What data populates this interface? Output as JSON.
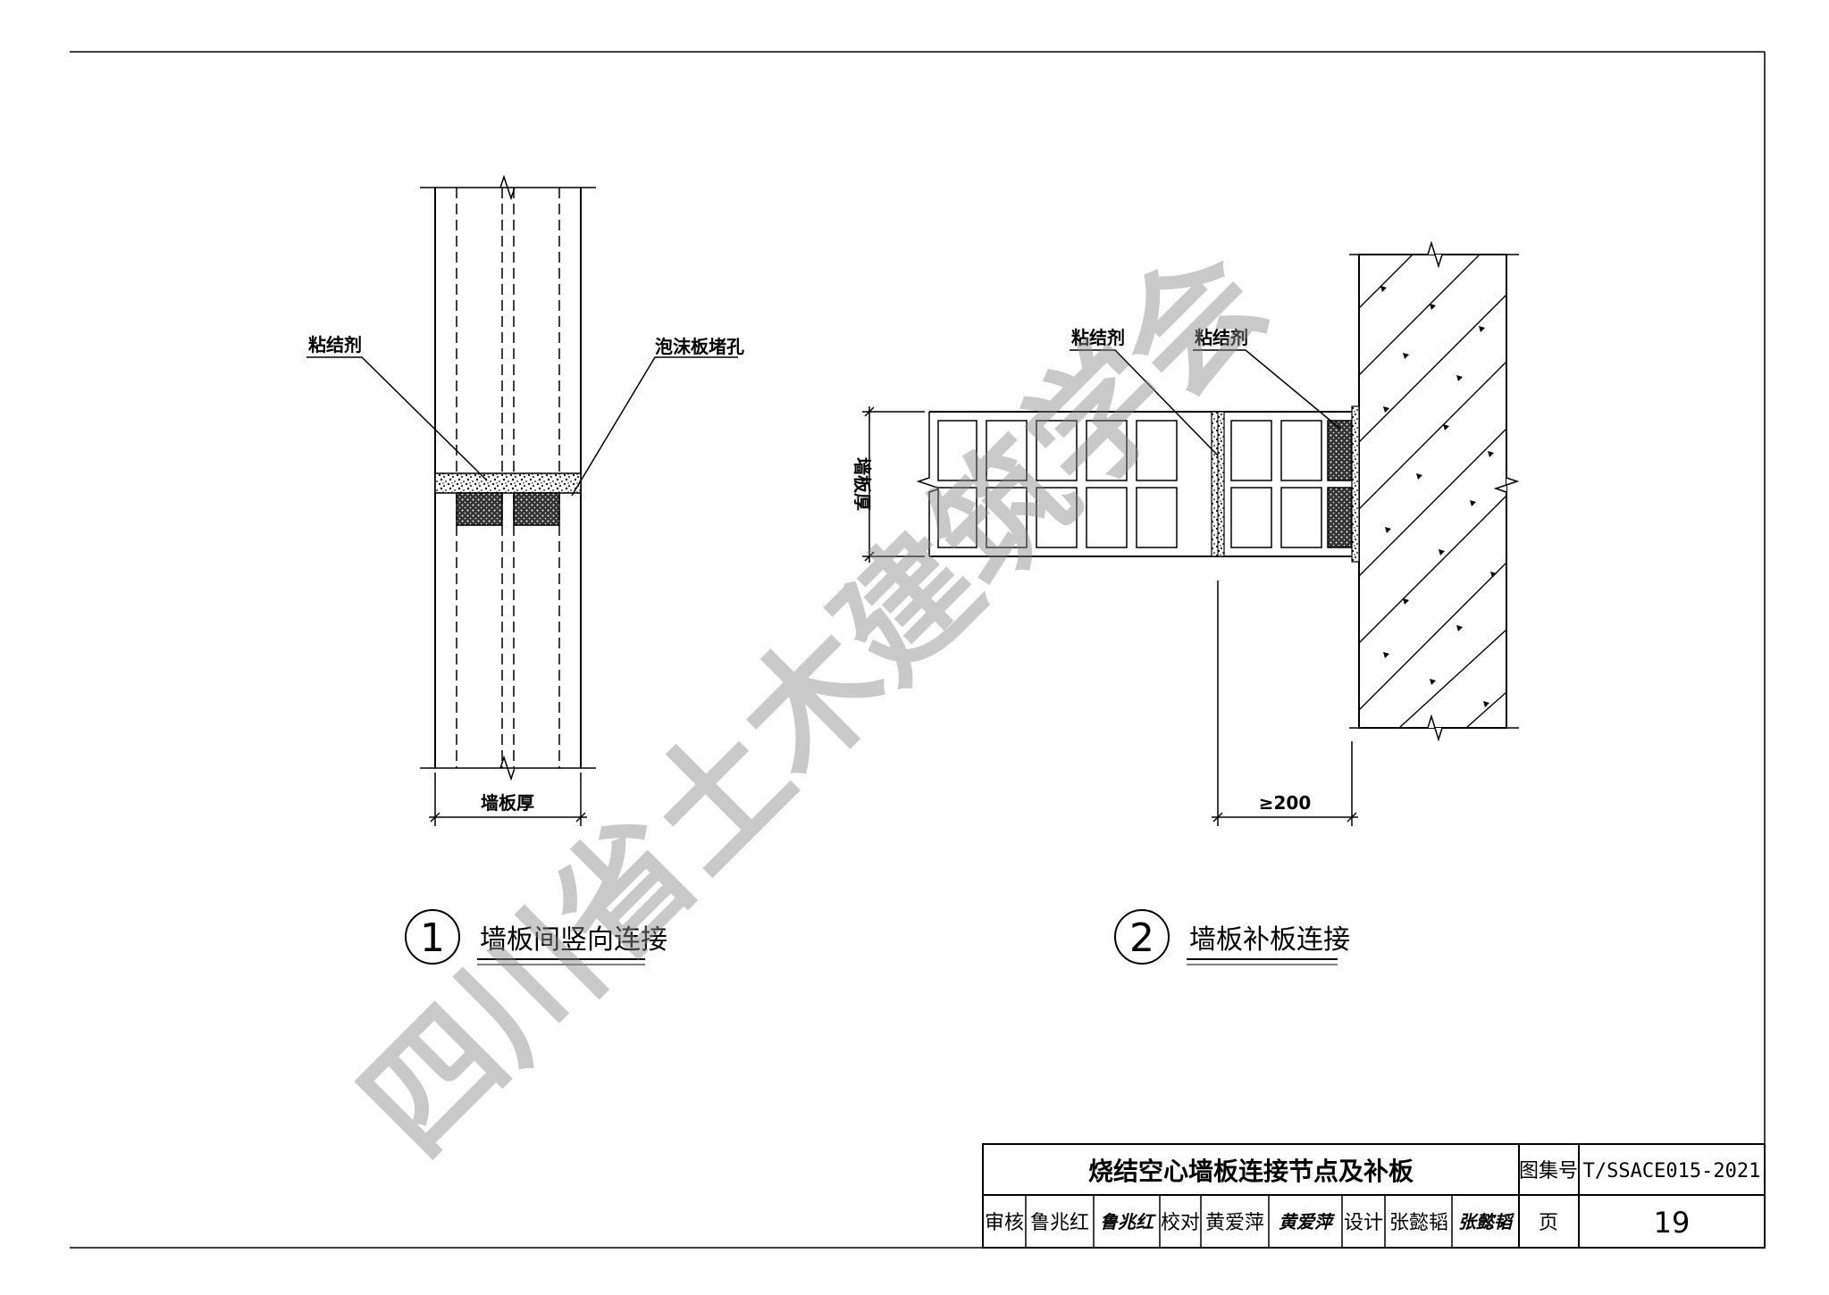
{
  "detail1": {
    "label_adhesive": "粘结剂",
    "label_foam_plug": "泡沫板堵孔",
    "label_thickness": "墙板厚",
    "number": "1",
    "title": "墙板间竖向连接"
  },
  "detail2": {
    "label_adhesive_left": "粘结剂",
    "label_adhesive_right": "粘结剂",
    "label_thickness": "墙板厚",
    "dimension": "≥200",
    "number": "2",
    "title": "墙板补板连接"
  },
  "title_block": {
    "drawing_title": "烧结空心墙板连接节点及补板",
    "atlas_label": "图集号",
    "atlas_code": "T/SSACE015-2021",
    "review_label": "审核",
    "reviewer": "鲁兆红",
    "reviewer_signature": "鲁兆红",
    "check_label": "校对",
    "checker": "黄爱萍",
    "checker_signature": "黄爱萍",
    "design_label": "设计",
    "designer": "张懿韬",
    "designer_signature": "张懿韬",
    "page_label": "页",
    "page_number": "19"
  },
  "watermark": "四川省土木建筑学会",
  "colors": {
    "line": "#000000",
    "watermark": "#8a8a8a"
  }
}
